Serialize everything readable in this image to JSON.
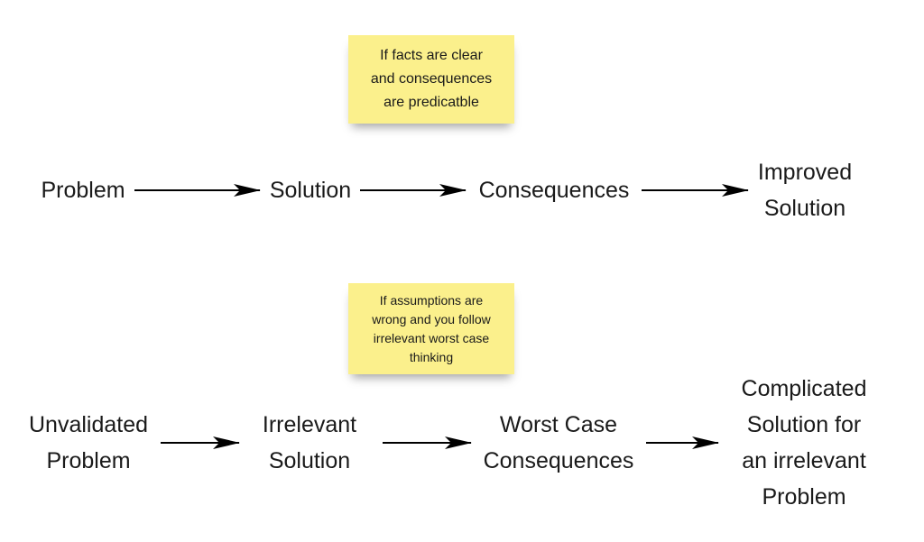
{
  "note_top": {
    "lines": [
      "If facts are clear",
      "and consequences",
      "are predicatble"
    ]
  },
  "note_bottom": {
    "lines": [
      "If assumptions are",
      "wrong and you follow",
      "irrelevant worst case",
      "thinking"
    ]
  },
  "flow_top": {
    "problem": [
      "Problem"
    ],
    "solution": [
      "Solution"
    ],
    "consequences": [
      "Consequences"
    ],
    "improved": [
      "Improved",
      "Solution"
    ]
  },
  "flow_bottom": {
    "problem": [
      "Unvalidated",
      "Problem"
    ],
    "solution": [
      "Irrelevant",
      "Solution"
    ],
    "consequences": [
      "Worst Case",
      "Consequences"
    ],
    "result": [
      "Complicated",
      "Solution for",
      "an irrelevant",
      "Problem"
    ]
  },
  "colors": {
    "sticky_note": "#fbf08c",
    "text": "#1a1a1a",
    "arrow": "#000000"
  }
}
